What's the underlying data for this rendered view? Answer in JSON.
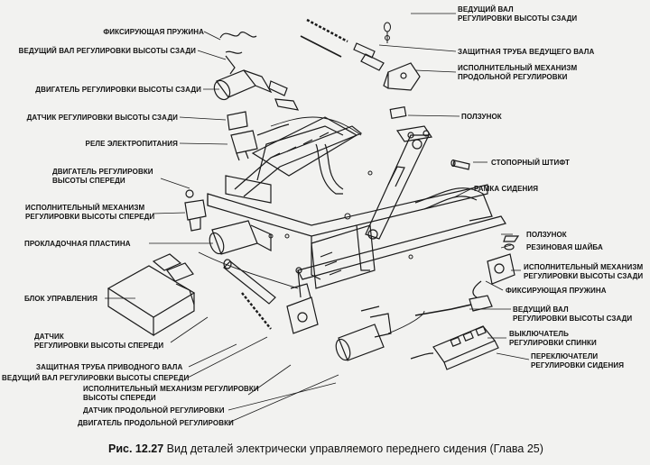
{
  "labels": {
    "spring_top": "ФИКСИРУЮЩАЯ ПРУЖИНА",
    "rear_shaft_left": "ВЕДУЩИЙ ВАЛ РЕГУЛИРОВКИ ВЫСОТЫ СЗАДИ",
    "rear_motor": "ДВИГАТЕЛЬ РЕГУЛИРОВКИ ВЫСОТЫ СЗАДИ",
    "rear_sensor": "ДАТЧИК РЕГУЛИРОВКИ ВЫСОТЫ СЗАДИ",
    "relay": "РЕЛЕ ЭЛЕКТРОПИТАНИЯ",
    "front_motor": "ДВИГАТЕЛЬ РЕГУЛИРОВКИ\nВЫСОТЫ СПЕРЕДИ",
    "front_actuator_left": "ИСПОЛНИТЕЛЬНЫЙ МЕХАНИЗМ\nРЕГУЛИРОВКИ ВЫСОТЫ СПЕРЕДИ",
    "spacer": "ПРОКЛАДОЧНАЯ ПЛАСТИНА",
    "control_unit": "БЛОК УПРАВЛЕНИЯ",
    "front_sensor": "ДАТЧИК\nРЕГУЛИРОВКИ ВЫСОТЫ СПЕРЕДИ",
    "drive_tube": "ЗАЩИТНАЯ ТРУБА ПРИВОДНОГО ВАЛА",
    "front_shaft": "ВЕДУЩИЙ ВАЛ РЕГУЛИРОВКИ ВЫСОТЫ СПЕРЕДИ",
    "front_actuator_bottom": "ИСПОЛНИТЕЛЬНЫЙ МЕХАНИЗМ РЕГУЛИРОВКИ\nВЫСОТЫ СПЕРЕДИ",
    "long_sensor": "ДАТЧИК ПРОДОЛЬНОЙ РЕГУЛИРОВКИ",
    "long_motor": "ДВИГАТЕЛЬ ПРОДОЛЬНОЙ РЕГУЛИРОВКИ",
    "rear_shaft_top": "ВЕДУЩИЙ ВАЛ\nРЕГУЛИРОВКИ ВЫСОТЫ СЗАДИ",
    "drive_shaft_tube": "ЗАЩИТНАЯ ТРУБА ВЕДУЩЕГО ВАЛА",
    "long_actuator": "ИСПОЛНИТЕЛЬНЫЙ МЕХАНИЗМ\nПРОДОЛЬНОЙ РЕГУЛИРОВКИ",
    "slider_top": "ПОЛЗУНОК",
    "stop_pin": "СТОПОРНЫЙ ШТИФТ",
    "seat_frame": "РАМКА СИДЕНИЯ",
    "slider_bottom": "ПОЛЗУНОК",
    "rubber_washer": "РЕЗИНОВАЯ ШАЙБА",
    "rear_actuator_right": "ИСПОЛНИТЕЛЬНЫЙ МЕХАНИЗМ\nРЕГУЛИРОВКИ ВЫСОТЫ СЗАДИ",
    "spring_right": "ФИКСИРУЮЩАЯ ПРУЖИНА",
    "rear_shaft_right": "ВЕДУЩИЙ ВАЛ\nРЕГУЛИРОВКИ ВЫСОТЫ СЗАДИ",
    "backrest_switch": "ВЫКЛЮЧАТЕЛЬ\nРЕГУЛИРОВКИ СПИНКИ",
    "seat_switches": "ПЕРЕКЛЮЧАТЕЛИ\nРЕГУЛИРОВКИ СИДЕНИЯ"
  },
  "caption": {
    "number": "Рис. 12.27",
    "text": " Вид деталей электрически управляемого переднего сидения (Глава 25)"
  }
}
